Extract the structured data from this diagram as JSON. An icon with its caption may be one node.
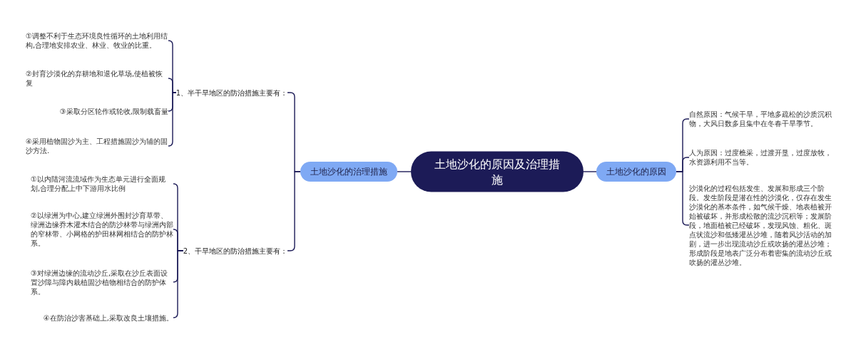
{
  "diagram": {
    "nodes": [
      {
        "text": [
          "土地沙化的原因及治理措施"
        ]
      },
      {
        "text": [
          "土地沙化的治理措施"
        ]
      },
      {
        "text": [
          "1、半干旱地区的防治措施主要有："
        ]
      },
      {
        "text": [
          "①调整不利于生态环境良性循环的土地利用结构,合理地安排农业、林业、牧业的比重。"
        ]
      },
      {
        "text": [
          "②封育沙漠化的弃耕地和退化草场,使植被恢复"
        ]
      },
      {
        "text": [
          "③采取分区轮作或轮收,限制载畜量"
        ]
      },
      {
        "text": [
          "④采用植物固沙为主、工程措施固沙为辅的固沙方法."
        ]
      },
      {
        "text": [
          "2、干旱地区的防治措施主要有："
        ]
      },
      {
        "text": [
          "①以内陆河流流域作为生态单元进行全面规划,合理分配上中下游用水比例"
        ]
      },
      {
        "text": [
          "②以绿洲为中心,建立绿洲外围封沙育草带、绿洲边缘乔木灌木结合的防沙林带与绿洲内部的窄林带、小网格的护田林网相结合的防护林系。"
        ]
      },
      {
        "text": [
          "③对绿洲边缘的流动沙丘,采取在沙丘表面设置沙障与障内栽植固沙植物相结合的防护体系。"
        ]
      },
      {
        "text": [
          "④在防治沙害基础上,采取改良土壤措施。"
        ]
      },
      {
        "text": [
          "土地沙化的原因"
        ]
      },
      {
        "text": [
          "自然原因：气候干旱，平地多疏松的沙质沉积物，大风日数多且集中在冬春干旱季节。"
        ]
      },
      {
        "text": [
          "人为原因：过度樵采，过渡开垦，过度放牧，水资源利用不当等。"
        ]
      },
      {
        "text": [
          "沙漠化的过程包括发生、发展和形成三个阶段。发生阶段是潜在性的沙漠化，仅存在发生沙漠化的基本条件，如气候干燥、地表植被开始被破坏，并形成松散的流沙沉积等；发展阶段，地面植被已经破坏，发现风蚀、粗化、斑点状流沙和低矮灌丛沙堆，随着风沙活动的加剧，进一步出现流动沙丘或吹扬的灌丛沙堆；形成阶段是地表广泛分布着密集的流动沙丘或吹扬的灌丛沙堆。"
        ]
      }
    ],
    "edges": [
      {
        "from": 0,
        "to": 1,
        "arrow": "none"
      },
      {
        "from": 1,
        "to": 2,
        "arrow": "none"
      },
      {
        "from": 2,
        "to": 3,
        "arrow": "none"
      },
      {
        "from": 2,
        "to": 4,
        "arrow": "none"
      },
      {
        "from": 2,
        "to": 5,
        "arrow": "none"
      },
      {
        "from": 2,
        "to": 6,
        "arrow": "none"
      },
      {
        "from": 1,
        "to": 7,
        "arrow": "none"
      },
      {
        "from": 7,
        "to": 8,
        "arrow": "none"
      },
      {
        "from": 7,
        "to": 9,
        "arrow": "none"
      },
      {
        "from": 7,
        "to": 10,
        "arrow": "none"
      },
      {
        "from": 7,
        "to": 11,
        "arrow": "none"
      },
      {
        "from": 0,
        "to": 12,
        "arrow": "none"
      },
      {
        "from": 12,
        "to": 13,
        "arrow": "none"
      },
      {
        "from": 12,
        "to": 14,
        "arrow": "none"
      },
      {
        "from": 12,
        "to": 15,
        "arrow": "none"
      }
    ]
  }
}
